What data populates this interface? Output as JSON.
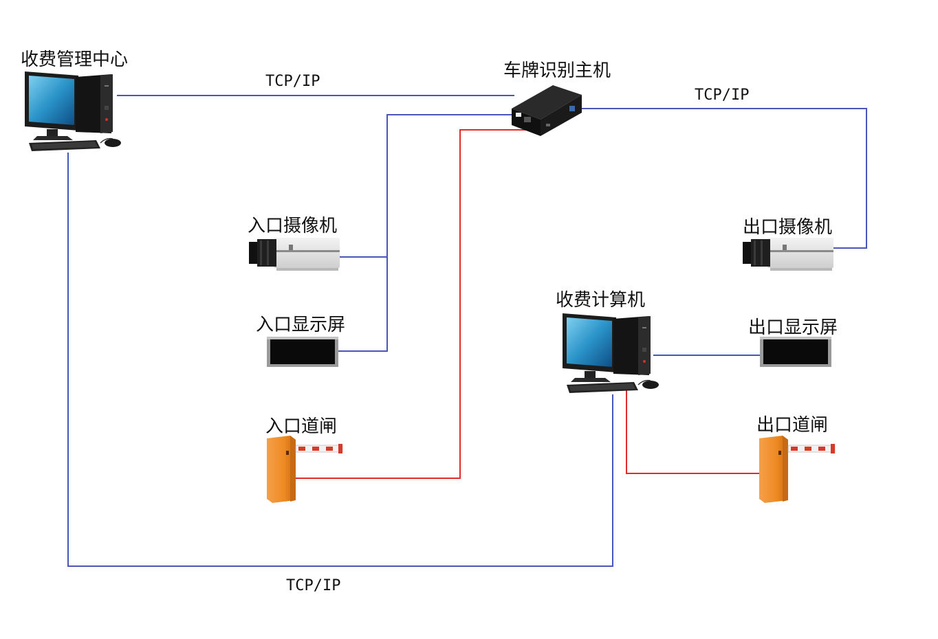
{
  "colors": {
    "network_line": "#4a55b8",
    "control_line": "#e02b2b",
    "gate_orange": "#ef8a22",
    "screen_black": "#0a0a0a"
  },
  "nodes": {
    "management_center": "收费管理中心",
    "lpr_host": "车牌识别主机",
    "entry_camera": "入口摄像机",
    "exit_camera": "出口摄像机",
    "toll_computer": "收费计算机",
    "entry_display": "入口显示屏",
    "exit_display": "出口显示屏",
    "entry_gate": "入口道闸",
    "exit_gate": "出口道闸"
  },
  "links": {
    "center_to_host": "TCP/IP",
    "host_to_exit_camera": "TCP/IP",
    "center_to_computer": "TCP/IP"
  },
  "icons": {
    "computer": "desktop-computer-icon",
    "host": "lpr-host-box-icon",
    "camera": "box-camera-icon",
    "display": "led-display-icon",
    "gate": "barrier-gate-icon"
  }
}
